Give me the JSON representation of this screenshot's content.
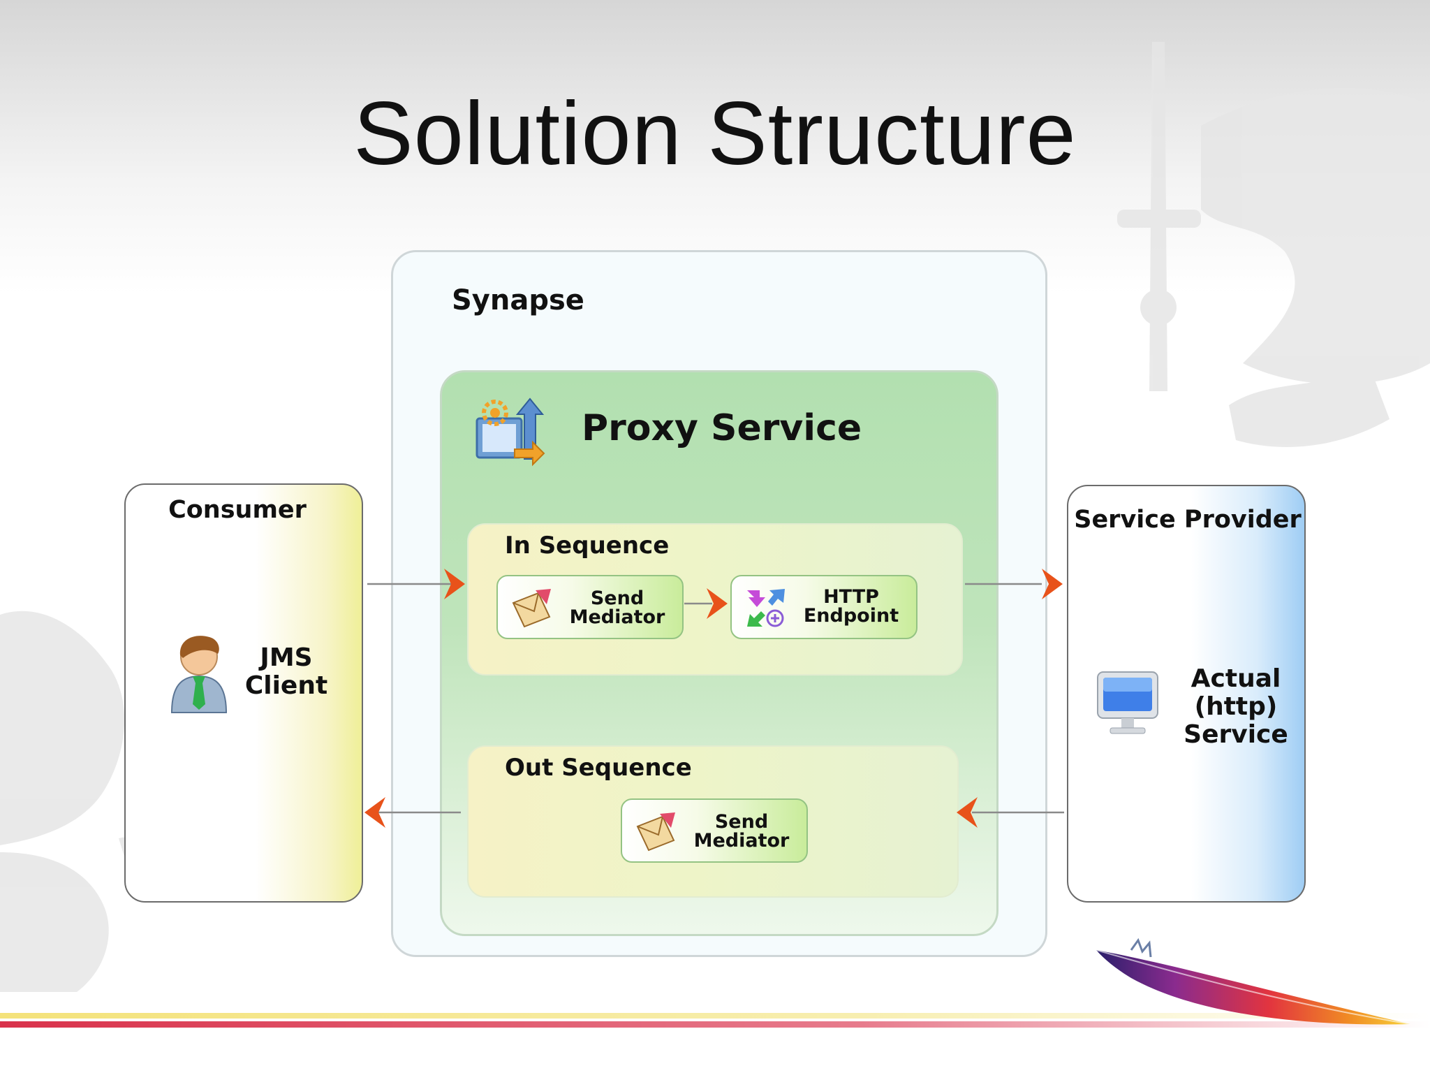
{
  "slide": {
    "title": "Solution Structure"
  },
  "synapse": {
    "label": "Synapse"
  },
  "proxy_service": {
    "title": "Proxy Service",
    "icon": "proxy-service-icon",
    "in_sequence": {
      "label": "In Sequence",
      "mediators": [
        {
          "label_line1": "Send",
          "label_line2": "Mediator",
          "icon": "envelope-icon"
        },
        {
          "label_line1": "HTTP",
          "label_line2": "Endpoint",
          "icon": "endpoint-arrows-icon"
        }
      ]
    },
    "out_sequence": {
      "label": "Out Sequence",
      "mediators": [
        {
          "label_line1": "Send",
          "label_line2": "Mediator",
          "icon": "envelope-icon"
        }
      ]
    }
  },
  "consumer": {
    "title": "Consumer",
    "client_line1": "JMS",
    "client_line2": "Client",
    "icon": "user-icon"
  },
  "provider": {
    "title": "Service Provider",
    "line1": "Actual",
    "line2": "(http)",
    "line3": "Service",
    "icon": "monitor-icon"
  },
  "colors": {
    "arrow": "#e8521a",
    "proxy_green": "#b2e0b0",
    "consumer_yellow": "#efef98",
    "provider_blue": "#9fcdf4"
  }
}
